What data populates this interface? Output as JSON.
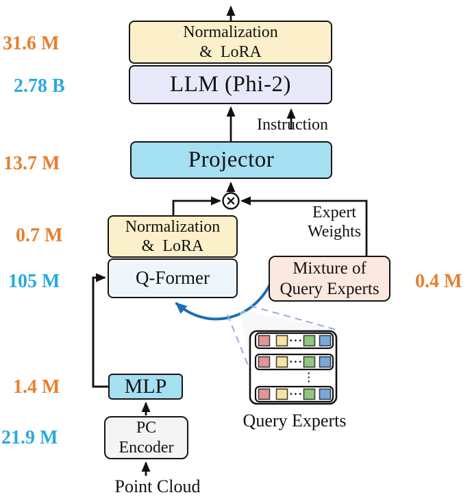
{
  "blocks": {
    "norm_lora_top": {
      "label_line1": "Normalization",
      "label_line2": "&  LoRA",
      "param": "31.6 M",
      "param_type": "trainable",
      "fill": "#FBF0CA"
    },
    "llm": {
      "label": "LLM (Phi-2)",
      "param": "2.78 B",
      "param_type": "frozen",
      "fill": "#E7E9F9"
    },
    "projector": {
      "label": "Projector",
      "param": "13.7 M",
      "param_type": "trainable",
      "fill": "#A5DFF2"
    },
    "norm_lora_qformer": {
      "label_line1": "Normalization",
      "label_line2": "&  LoRA",
      "param": "0.7 M",
      "param_type": "trainable",
      "fill": "#FBF0CA"
    },
    "qformer": {
      "label": "Q-Former",
      "param": "105 M",
      "param_type": "frozen",
      "fill": "#EEF6FB"
    },
    "moqe": {
      "label_line1": "Mixture of",
      "label_line2": "Query Experts",
      "param": "0.4 M",
      "param_type": "trainable",
      "fill": "#FBE9E0"
    },
    "mlp": {
      "label": "MLP",
      "param": "1.4 M",
      "param_type": "trainable",
      "fill": "#A5DFF2"
    },
    "pc_encoder": {
      "label_line1": "PC",
      "label_line2": "Encoder",
      "param": "21.9 M",
      "param_type": "frozen",
      "fill": "#F4F4F4"
    }
  },
  "annotations": {
    "instruction": "Instruction",
    "expert_weights_line1": "Expert",
    "expert_weights_line2": "Weights",
    "point_cloud": "Point Cloud",
    "query_experts_caption": "Query Experts"
  },
  "query_experts_panel": {
    "rows": 3,
    "palette": [
      "#E59494",
      "#F6E4A1",
      "#90C77D",
      "#75ABDB"
    ],
    "row_pattern": [
      "red",
      "yellow",
      "ellipsis",
      "green",
      "blue"
    ],
    "horizontal_ellipsis": "···",
    "vertical_ellipsis": "···"
  },
  "colors": {
    "param_trainable_orange": "#E87E2E",
    "param_frozen_blue": "#2AA9E1",
    "connector_black": "#111111",
    "moqe_to_qformer_arrow_blue": "#1B6FB5",
    "dashed_expand_lines": "#94ACDE"
  }
}
